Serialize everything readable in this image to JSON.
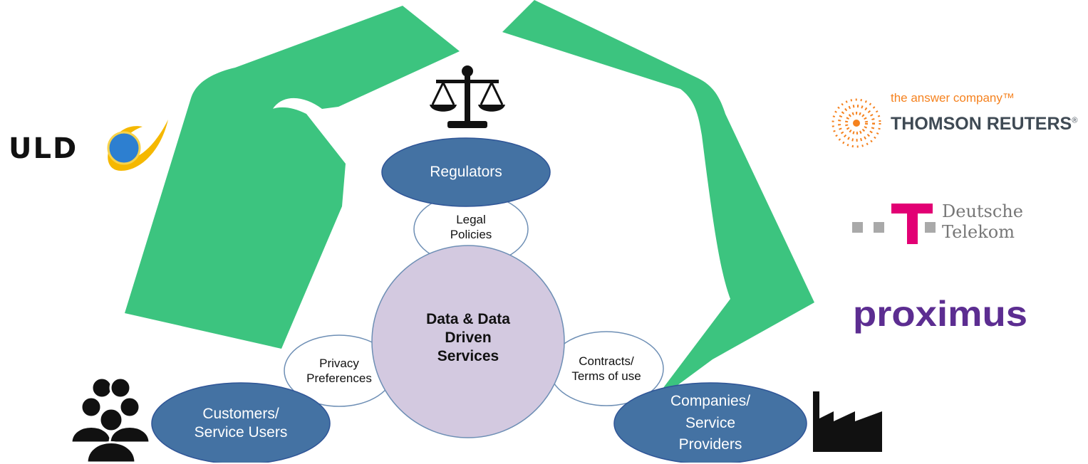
{
  "diagram": {
    "center": {
      "label": "Data & Data\nDriven\nServices"
    },
    "stakeholders": {
      "regulators": "Regulators",
      "customers": "Customers/\nService Users",
      "companies": "Companies/\nService\nProviders"
    },
    "links": {
      "legal": "Legal\nPolicies",
      "privacy": "Privacy\nPreferences",
      "contracts": "Contracts/\nTerms of use"
    }
  },
  "logos": {
    "uld": "ULD",
    "thomson_tagline": "the answer company™",
    "thomson_name": "THOMSON REUTERS",
    "thomson_mark": "®",
    "telekom_line1": "Deutsche",
    "telekom_line2": "Telekom",
    "telekom_t": "T",
    "proximus": "proximus"
  },
  "colors": {
    "hands": "#3cc47f",
    "stakeholder": "#4472a3",
    "center": "#d3c9e0",
    "telekom": "#e20074",
    "proximus": "#5c2d91",
    "thomson": "#f5821f"
  },
  "icons": [
    "scales-of-justice-icon",
    "people-group-icon",
    "factory-icon"
  ]
}
